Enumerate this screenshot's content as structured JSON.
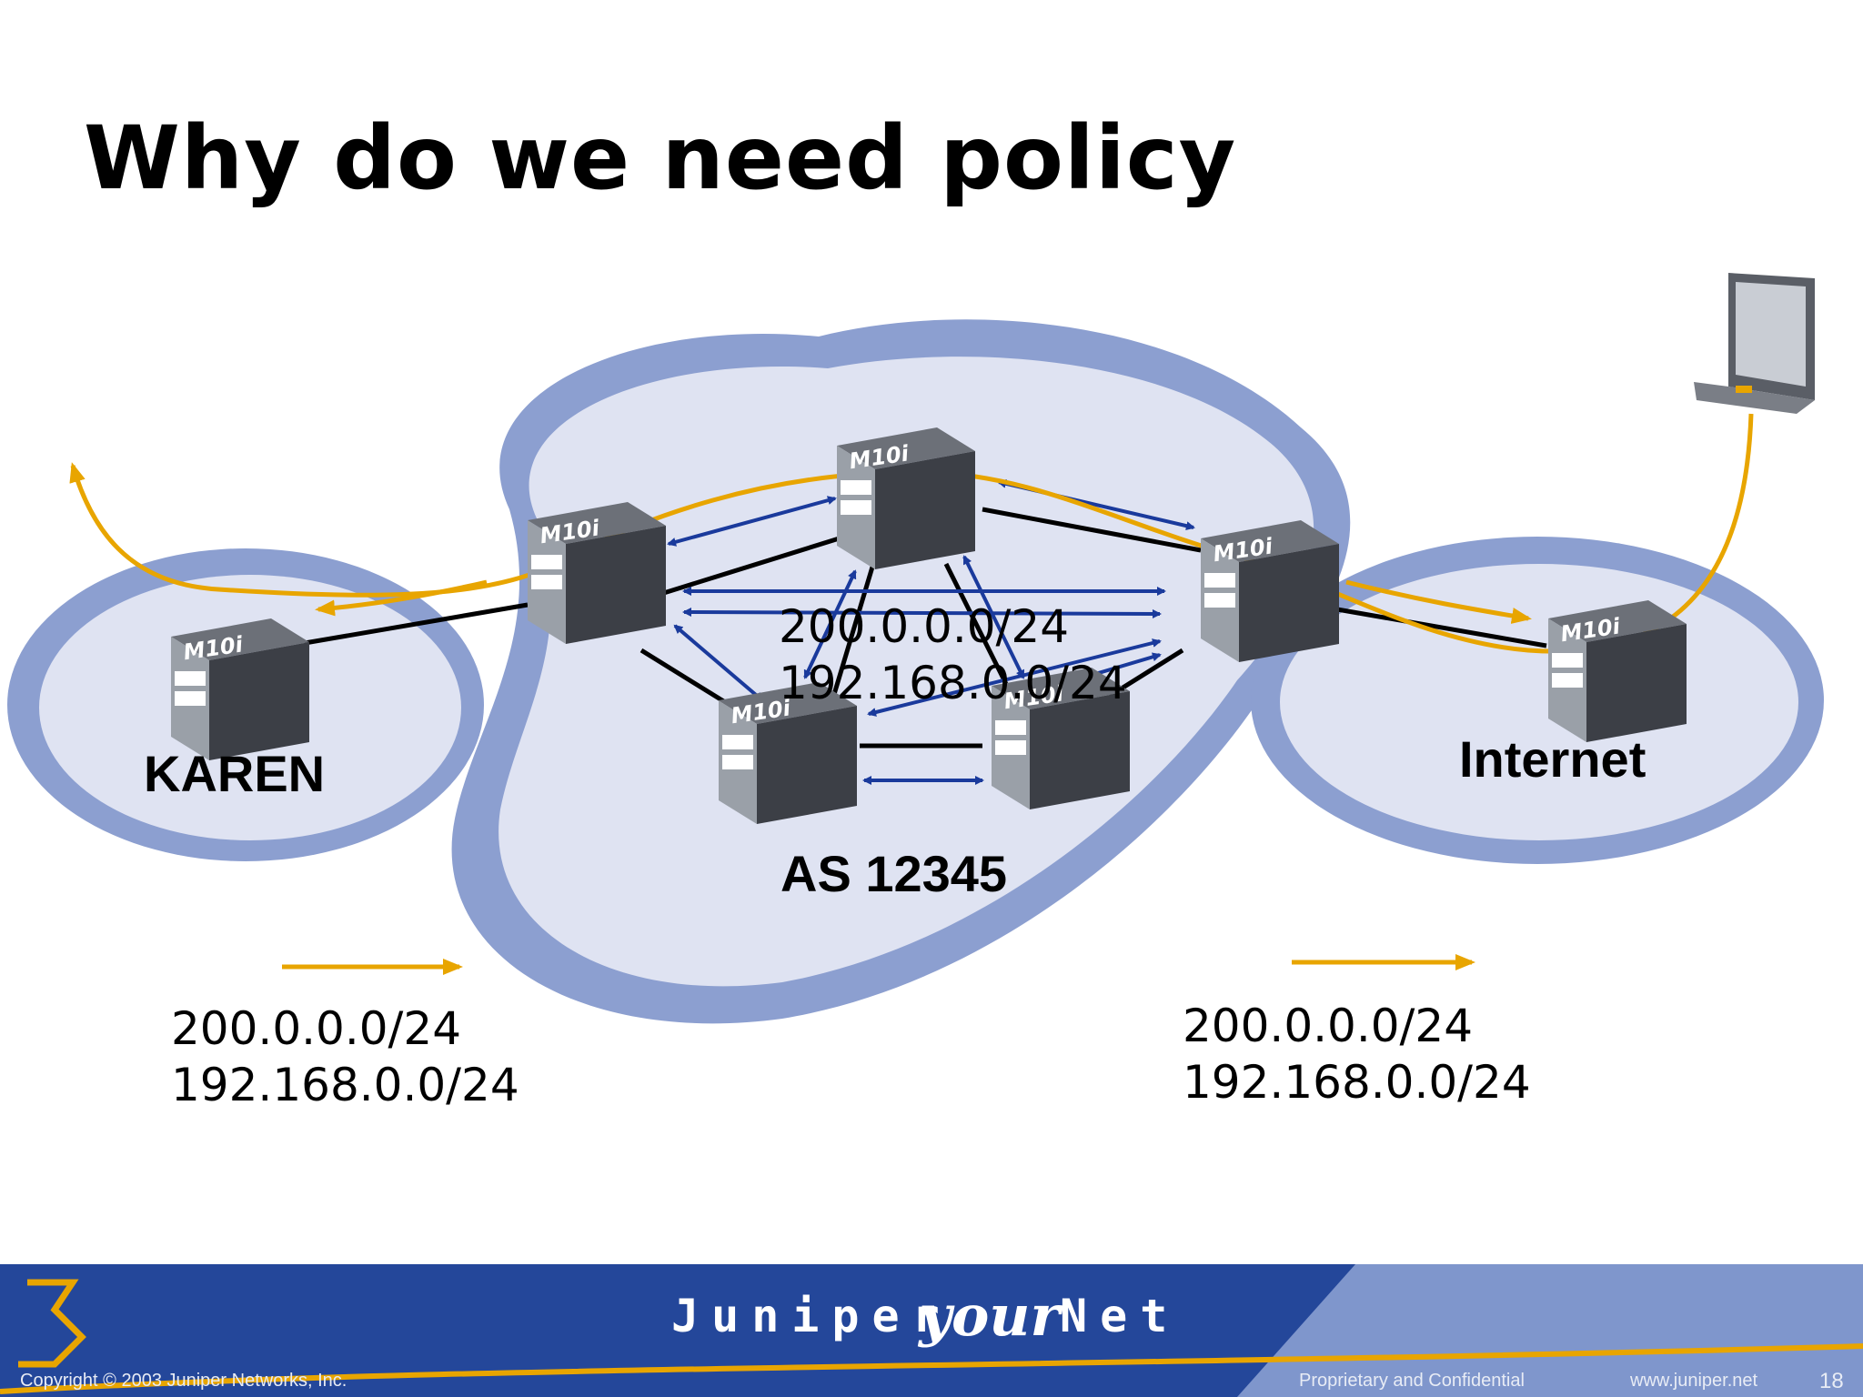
{
  "slide": {
    "title": "Why do we need policy",
    "page_number": "18"
  },
  "diagram": {
    "router_model": "M10i",
    "cloud_labels": {
      "left": "KAREN",
      "center": "AS 12345",
      "right": "Internet"
    },
    "route_blocks": {
      "center": [
        "200.0.0.0/24",
        "192.168.0.0/24"
      ],
      "bottom_left": [
        "200.0.0.0/24",
        "192.168.0.0/24"
      ],
      "bottom_right": [
        "200.0.0.0/24",
        "192.168.0.0/24"
      ]
    },
    "colors": {
      "cloud_border": "#8c9fd0",
      "cloud_fill": "#dfe3f2",
      "ibgp_arrows": "#1a3a9c",
      "traffic_path": "#e8a500",
      "router_body": "#4a4d55"
    },
    "icons": [
      "laptop-icon",
      "router-icon"
    ]
  },
  "footer": {
    "brand": "Juniper",
    "brand_tail": "Net",
    "copyright": "Copyright © 2003 Juniper Networks, Inc.",
    "confidential": "Proprietary and Confidential",
    "website": "www.juniper.net"
  }
}
